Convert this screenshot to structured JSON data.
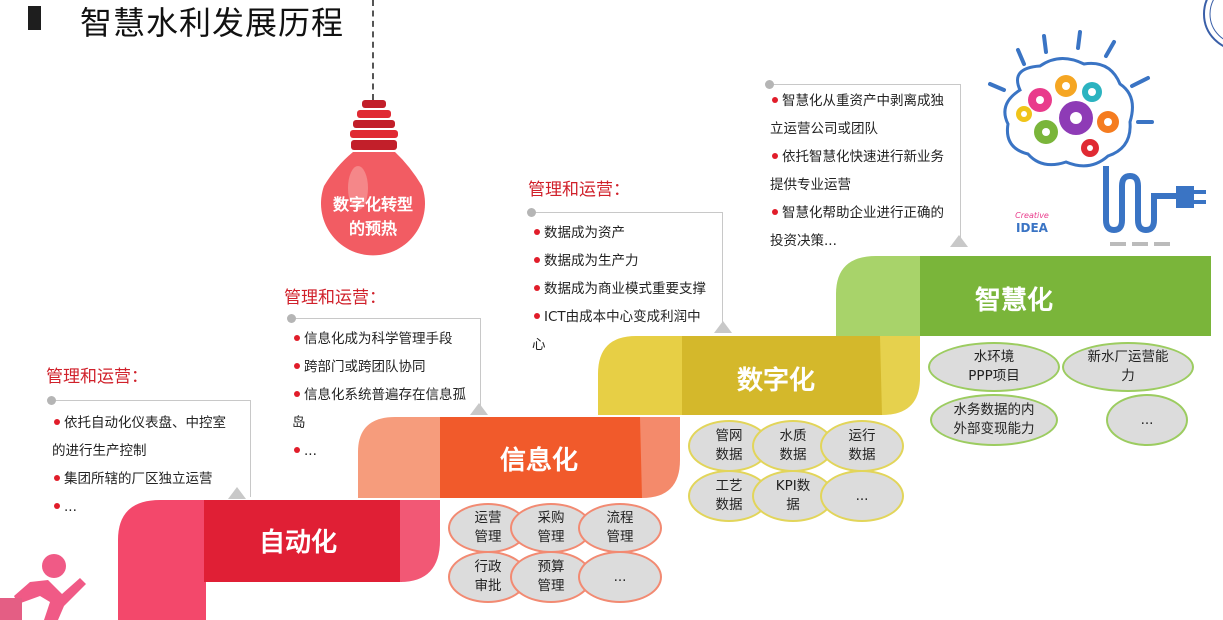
{
  "title": "智慧水利发展历程",
  "bulb": {
    "line1": "数字化转型",
    "line2": "的预热"
  },
  "mgmt_label": "管理和运营：",
  "stages": [
    {
      "name": "自动化",
      "bullets": [
        "依托自动化仪表盘、中控室",
        "的进行生产控制",
        "集团所辖的厂区独立运营",
        "..."
      ]
    },
    {
      "name": "信息化",
      "bullets": [
        "信息化成为科学管理手段",
        "跨部门或跨团队协同",
        "信息化系统普遍存在信息孤",
        "岛",
        "..."
      ]
    },
    {
      "name": "数字化",
      "bullets": [
        "数据成为资产",
        "数据成为生产力",
        "数据成为商业模式重要支撑",
        "ICT由成本中心变成利润中",
        "心"
      ]
    },
    {
      "name": "智慧化",
      "bullets": [
        "智慧化从重资产中剥离成独",
        "立运营公司或团队",
        "依托智慧化快速进行新业务",
        "提供专业运营",
        "智慧化帮助企业进行正确的",
        "投资决策..."
      ]
    }
  ],
  "ovals": {
    "info": [
      [
        "运营",
        "管理"
      ],
      [
        "采购",
        "管理"
      ],
      [
        "流程",
        "管理"
      ],
      [
        "行政",
        "审批"
      ],
      [
        "预算",
        "管理"
      ],
      [
        "..."
      ]
    ],
    "digital": [
      [
        "管网",
        "数据"
      ],
      [
        "水质",
        "数据"
      ],
      [
        "运行",
        "数据"
      ],
      [
        "工艺",
        "数据"
      ],
      [
        "KPI数",
        "据"
      ],
      [
        "..."
      ]
    ],
    "smart": [
      [
        "水环境",
        "PPP项目"
      ],
      [
        "新水厂运营能",
        "力"
      ],
      [
        "水务数据的内",
        "外部变现能力"
      ],
      [
        "..."
      ]
    ]
  },
  "creative_idea": {
    "small": "Creative",
    "big": "IDEA"
  },
  "colors": {
    "auto": "#e01f35",
    "info": "#f15a2b",
    "digital": "#d4b82b",
    "smart": "#7ab53a",
    "mgmt_red": "#d0212b"
  }
}
